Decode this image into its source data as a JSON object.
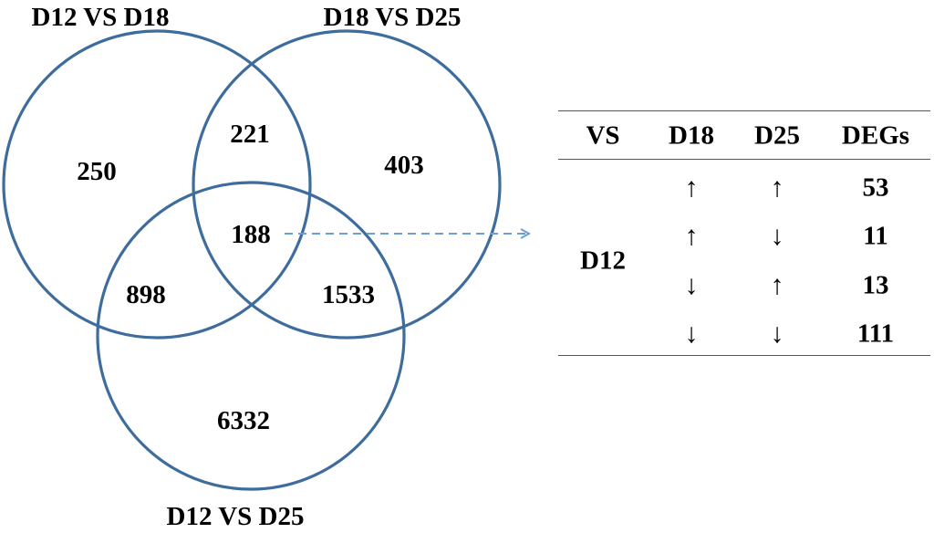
{
  "venn": {
    "sets": [
      {
        "label": "D12 VS D18",
        "stroke": "#3e6c9c"
      },
      {
        "label": "D18 VS D25",
        "stroke": "#3e6c9c"
      },
      {
        "label": "D12 VS D25",
        "stroke": "#3e6c9c"
      }
    ],
    "regions": {
      "only_d12_d18": "250",
      "only_d18_d25": "403",
      "only_d12_d25": "6332",
      "d12_d18_and_d18_d25": "221",
      "d12_d18_and_d12_d25": "898",
      "d18_d25_and_d12_d25": "1533",
      "all_three": "188"
    },
    "connector_color": "#6a9fd8"
  },
  "table": {
    "headers": [
      "VS",
      "D18",
      "D25",
      "DEGs"
    ],
    "row_group": "D12",
    "rows": [
      {
        "d18": "↑",
        "d25": "↑",
        "degs": "53"
      },
      {
        "d18": "↑",
        "d25": "↓",
        "degs": "11"
      },
      {
        "d18": "↓",
        "d25": "↑",
        "degs": "13"
      },
      {
        "d18": "↓",
        "d25": "↓",
        "degs": "111"
      }
    ]
  }
}
